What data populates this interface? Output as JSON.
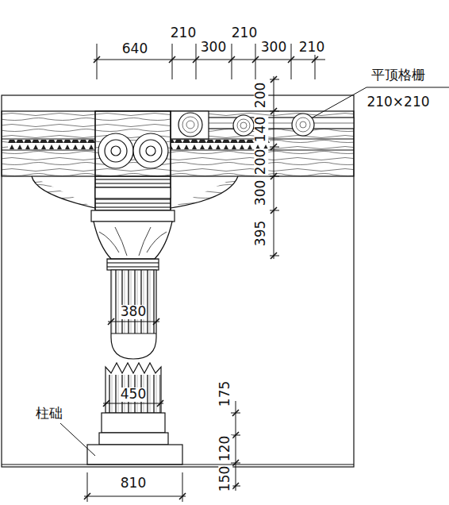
{
  "diagram": {
    "labels": [
      "640",
      "210",
      "300",
      "210",
      "300",
      "210",
      "平顶格栅",
      "210×210",
      "200",
      "140",
      "200",
      "300",
      "395",
      "380",
      "450",
      "柱础",
      "175",
      "120",
      "150",
      "810"
    ]
  }
}
